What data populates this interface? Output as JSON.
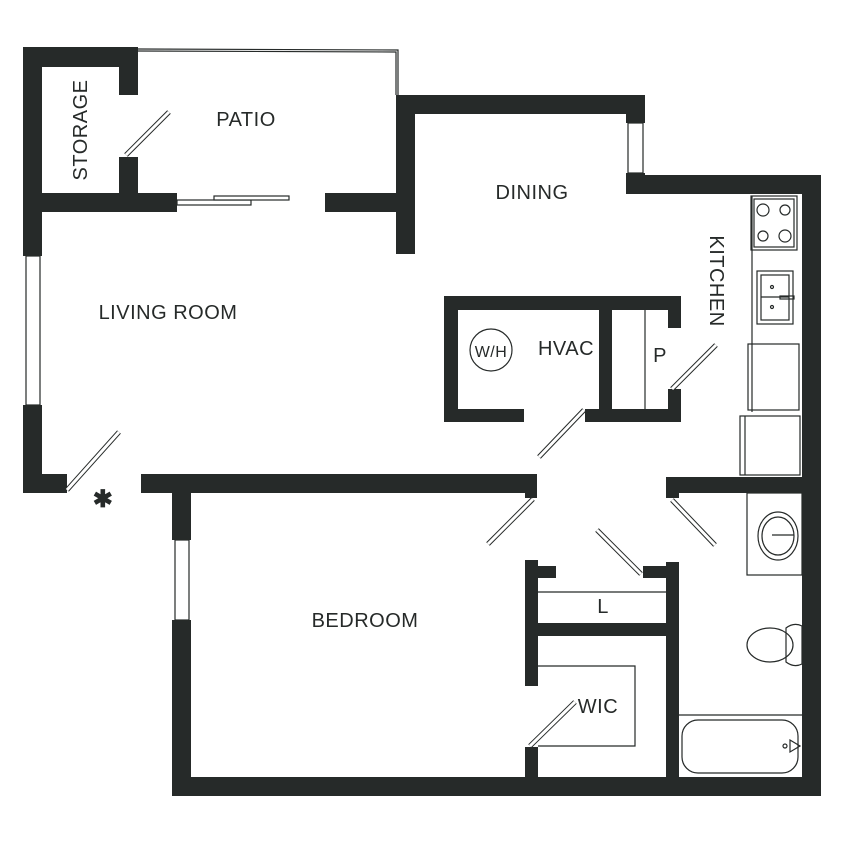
{
  "plan": {
    "rooms": {
      "storage": "STORAGE",
      "patio": "PATIO",
      "dining": "DINING",
      "kitchen": "KITCHEN",
      "living_room": "LIVING ROOM",
      "hvac": "HVAC",
      "water_heater": "W/H",
      "pantry": "P",
      "bedroom": "BEDROOM",
      "linen": "L",
      "wic": "WIC"
    },
    "entry_marker": "✱",
    "colors": {
      "wall": "#262a29",
      "background": "#ffffff"
    }
  }
}
